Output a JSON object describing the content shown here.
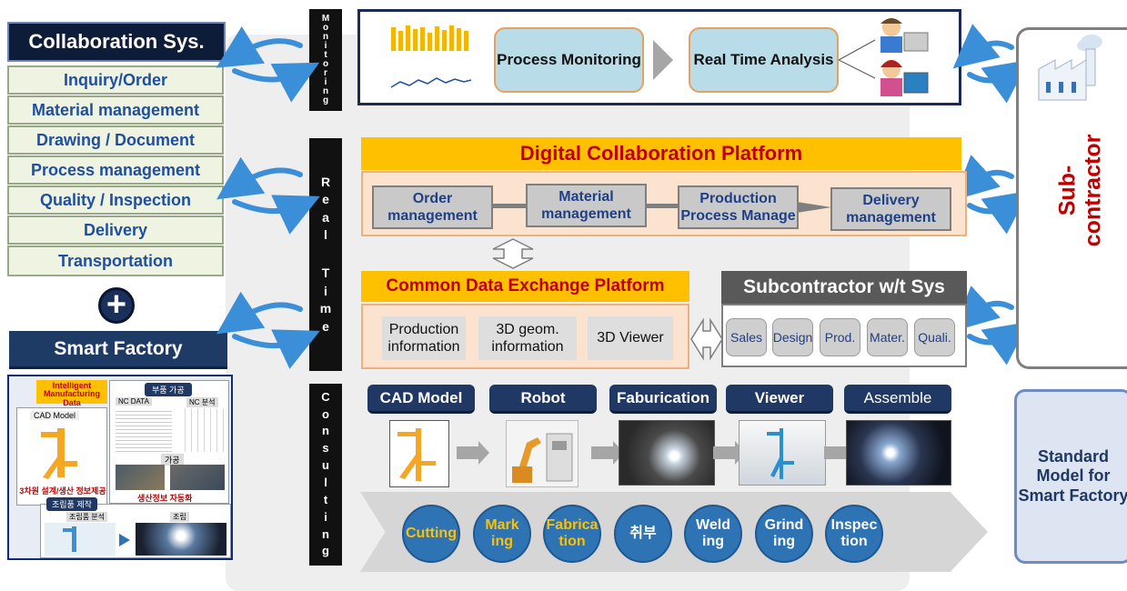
{
  "collaboration": {
    "title": "Collaboration Sys.",
    "items": [
      "Inquiry/Order",
      "Material management",
      "Drawing / Document",
      "Process management",
      "Quality / Inspection",
      "Delivery",
      "Transportation"
    ]
  },
  "plus_symbol": "+",
  "smart_factory": {
    "title": "Smart Factory",
    "inset": {
      "intelligent_label": "Intelligent Manufacturing Data",
      "cad_model": "CAD Model",
      "header": "부품 가공",
      "nc_data": "NC DATA",
      "nc_split": "NC 분석",
      "machining": "가공",
      "design_text": "3차원 설계/생산 정보제공",
      "auto_text": "생산정보 자동화",
      "assembly_header": "조립품 제작",
      "assembly_split": "조립품 분석",
      "assembly": "조립"
    }
  },
  "side_labels": {
    "monitoring": [
      "M",
      "o",
      "n",
      "i",
      "t",
      "o",
      "r",
      "i",
      "n",
      "g"
    ],
    "realtime": [
      "R",
      "e",
      "a",
      "l",
      "",
      "T",
      "i",
      "m",
      "e"
    ],
    "consulting": [
      "C",
      "o",
      "n",
      "s",
      "u",
      "l",
      "t",
      "i",
      "n",
      "g"
    ]
  },
  "monitoring": {
    "process_monitoring": "Process Monitoring",
    "realtime_analysis": "Real Time Analysis"
  },
  "dcp": {
    "title": "Digital Collaboration Platform",
    "steps": [
      "Order management",
      "Material management",
      "Production Process Manage",
      "Delivery management"
    ]
  },
  "cdep": {
    "title": "Common Data Exchange Platform",
    "items": [
      "Production information",
      "3D geom. information",
      "3D Viewer"
    ]
  },
  "subcontractor_sys": {
    "title": "Subcontractor w/t Sys",
    "items": [
      "Sales",
      "Design",
      "Prod.",
      "Mater.",
      "Quali."
    ]
  },
  "consulting_steps": [
    "CAD Model",
    "Robot",
    "Faburication",
    "Viewer",
    "Assemble"
  ],
  "process_circles": [
    {
      "label": "Cutting",
      "highlight": true
    },
    {
      "label": "Mark ing",
      "highlight": true
    },
    {
      "label": "Fabrica tion",
      "highlight": true
    },
    {
      "label": "취부",
      "highlight": false
    },
    {
      "label": "Weld ing",
      "highlight": false
    },
    {
      "label": "Grind ing",
      "highlight": false
    },
    {
      "label": "Inspec tion",
      "highlight": false
    }
  ],
  "subcontractor": {
    "line1": "Sub-",
    "line2": "contractor"
  },
  "standard_model": "Standard Model for Smart Factory",
  "colors": {
    "navy": "#1f3864",
    "gold": "#ffc000",
    "red": "#c00000",
    "arrow_blue": "#3b8fd8"
  }
}
